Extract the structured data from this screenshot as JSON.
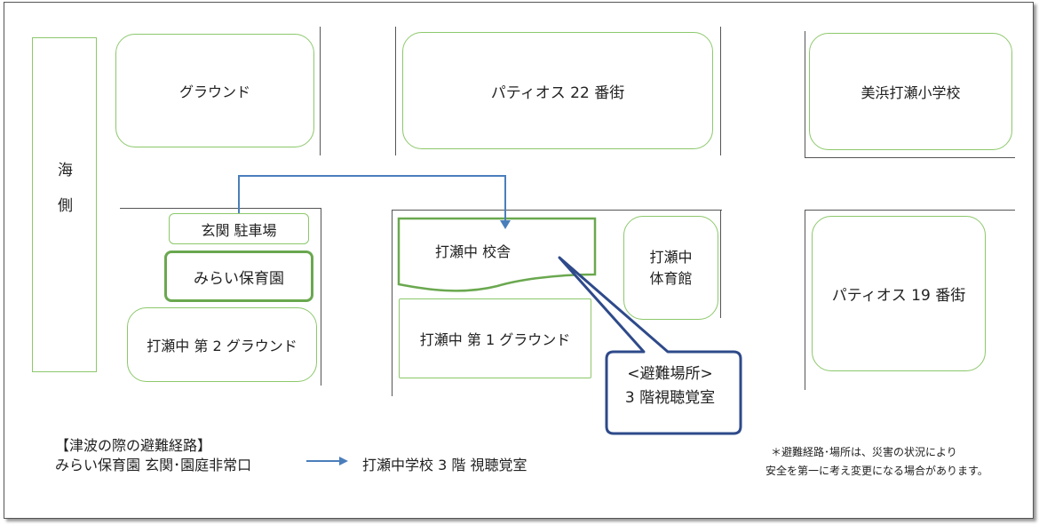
{
  "sea_label": [
    "海",
    "側"
  ],
  "blocks": {
    "ground": "グラウンド",
    "patios22": "パティオス 22 番街",
    "mihama_school": "美浜打瀬小学校",
    "entrance_parking": "玄関 駐車場",
    "mirai_nursery": "みらい保育園",
    "ground2": "打瀬中 第 2 グラウンド",
    "school_building": "打瀬中 校舎",
    "ground1": "打瀬中 第 1 グラウンド",
    "gym_line1": "打瀬中",
    "gym_line2": "体育館",
    "patios19": "パティオス 19 番街"
  },
  "callout": {
    "line1": "<避難場所>",
    "line2": "3 階視聴覚室"
  },
  "legend": {
    "title": "【津波の際の避難経路】",
    "from": "みらい保育園 玄関･園庭非常口",
    "to": "打瀬中学校 3 階 視聴覚室"
  },
  "note": {
    "line1": "＊避難経路･場所は、災害の状況により",
    "line2": "安全を第一に考え変更になる場合があります。"
  },
  "colors": {
    "route": "#4a7ebb",
    "block_border": "#8cc86b",
    "callout_border": "#2e4a8a"
  }
}
